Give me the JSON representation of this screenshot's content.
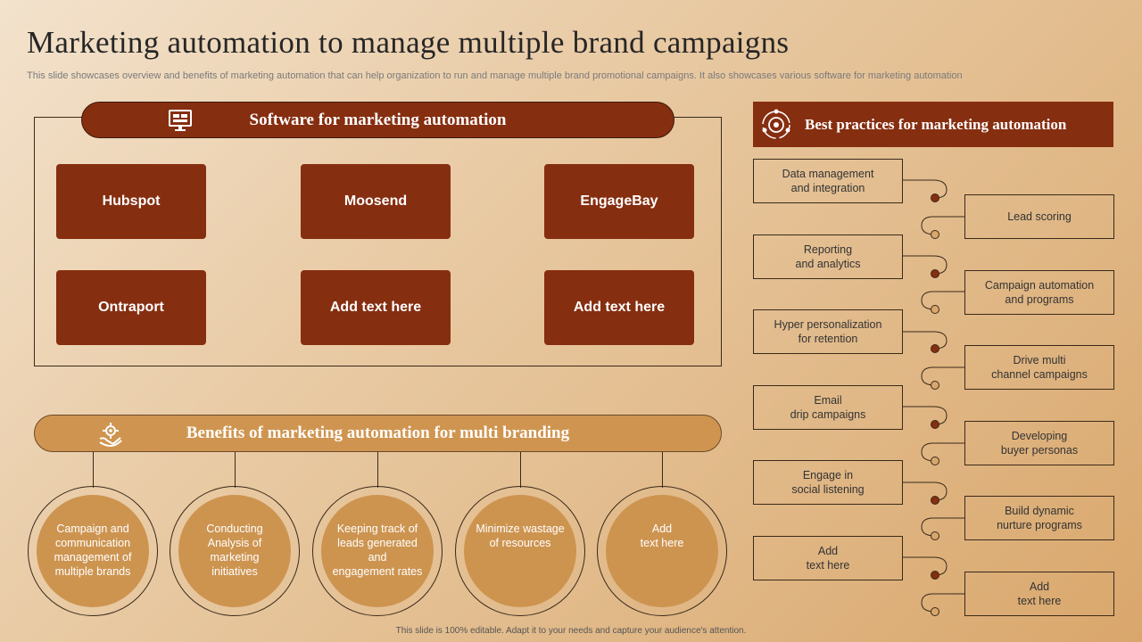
{
  "title": "Marketing automation to manage multiple brand campaigns",
  "subtitle": "This slide showcases overview and benefits of marketing automation that can help organization to run and manage multiple brand promotional campaigns. It also showcases various software for marketing automation",
  "software": {
    "heading": "Software for marketing  automation",
    "icon": "software-monitor-icon",
    "items": [
      "Hubspot",
      "Moosend",
      "EngageBay",
      "Ontraport",
      "Add text here",
      "Add text here"
    ]
  },
  "benefits": {
    "heading": "Benefits of marketing  automation  for  multi  branding",
    "icon": "hand-gear-icon",
    "items": [
      "Campaign and\ncommunication\nmanagement of\nmultiple brands",
      "Conducting\nAnalysis of\nmarketing\ninitiatives",
      "Keeping track of\nleads generated\nand\nengagement rates",
      "Minimize wastage\nof resources",
      "Add\ntext here"
    ]
  },
  "best_practices": {
    "heading": "Best practices for marketing automation",
    "icon": "settings-cycle-icon",
    "left": [
      "Data management\nand integration",
      "Reporting\nand analytics",
      "Hyper personalization\nfor retention",
      "Email\ndrip campaigns",
      "Engage in\nsocial listening",
      "Add\ntext here"
    ],
    "right": [
      "Lead scoring",
      "Campaign automation\nand programs",
      "Drive  multi\nchannel campaigns",
      "Developing\nbuyer personas",
      "Build dynamic\nnurture  programs",
      "Add\ntext here"
    ]
  },
  "footer": "This slide is 100% editable.  Adapt it to your needs and capture your audience's attention.",
  "colors": {
    "dark_brown": "#862e10",
    "tan": "#cf9550",
    "dot_light": "#d9a76c"
  }
}
